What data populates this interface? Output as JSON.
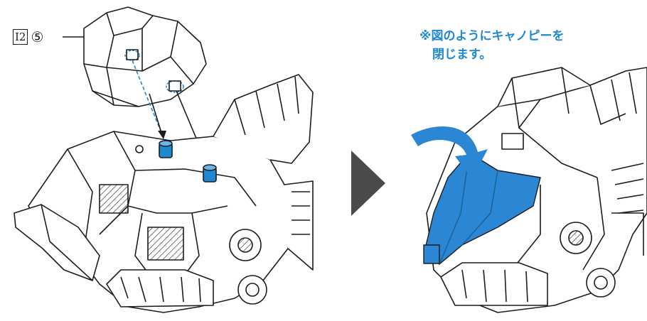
{
  "part_label": {
    "part": "I2",
    "number": "⑤"
  },
  "note": {
    "line1": "※図のようにキャノピーを",
    "line2": "閉じます。"
  },
  "colors": {
    "ink": "#1d1d1d",
    "accent_blue": "#1e88d2",
    "canopy_blue": "#2b86d3",
    "arrow_grey": "#4a4a4a"
  },
  "icons": {
    "step_arrow": "right-triangle-icon",
    "close_arrow": "curved-arrow-icon"
  }
}
